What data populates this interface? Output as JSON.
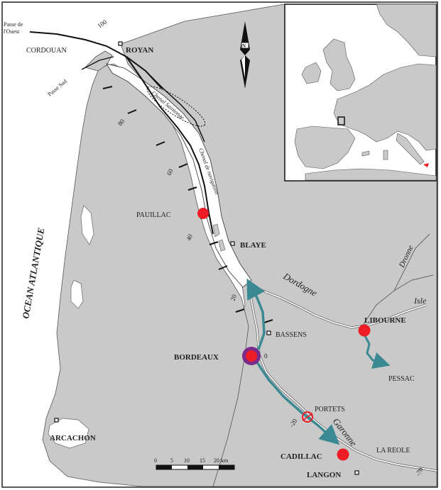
{
  "colors": {
    "land": "#c9c9c9",
    "water": "#ffffff",
    "frame": "#222222",
    "route": "#3b8a93",
    "port": "#ee1c25",
    "bordeaux_ring": "#7a2a8a"
  },
  "labels": {
    "passe_ouest_1": "Passe de",
    "passe_ouest_2": "l'Ouest",
    "cordouan": "CORDOUAN",
    "royan": "ROYAN",
    "passe_sud": "Passe Sud",
    "chenal": "Chenal Saintonge",
    "chenal_nav": "Chenal de navigation",
    "pauillac": "PAUILLAC",
    "blaye": "BLAYE",
    "dordogne": "Dordogne",
    "dronne": "Dronne",
    "isle": "Isle",
    "libourne": "LIBOURNE",
    "bassens": "BASSENS",
    "bordeaux": "BORDEAUX",
    "pessac": "PESSAC",
    "portets": "PORTETS",
    "garonne": "Garonne",
    "cadillac": "CADILLAC",
    "la_reole": "LA REOLE",
    "langon": "LANGON",
    "arcachon": "ARCACHON",
    "ocean": "OCEAN ATLANTIQUE"
  },
  "km_marks": {
    "k100": "100",
    "k80": "80",
    "k60": "60",
    "k40": "40",
    "k20": "20",
    "k0": "0",
    "km20": "-20",
    "km70": "-70"
  },
  "scale_bar": {
    "ticks": [
      "0",
      "5",
      "10",
      "15",
      "20 km"
    ]
  },
  "icons": {
    "north_arrow": "north-arrow-icon",
    "port": "port-marker-icon",
    "town": "town-square-icon"
  }
}
